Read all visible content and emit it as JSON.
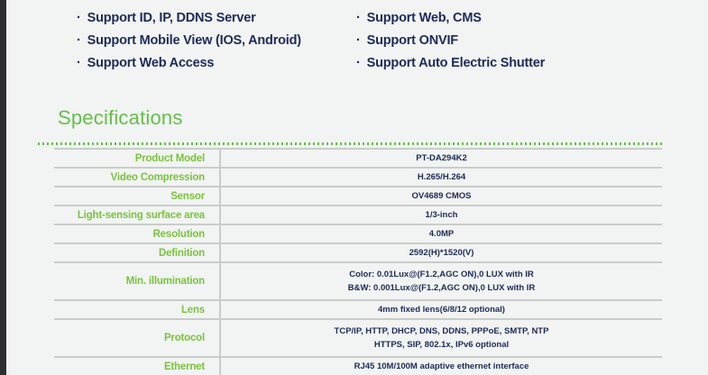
{
  "colors": {
    "background": "#f1f4f2",
    "left_bar": "#2b2f30",
    "heading_green": "#67bd4a",
    "label_green": "#7cc23e",
    "navy_text": "#1e2a58",
    "separator_gray": "#c9cdc9"
  },
  "features": {
    "bullet": "·",
    "left": [
      "Support ID, IP, DDNS Server",
      "Support Mobile View (IOS, Android)",
      "Support Web Access"
    ],
    "right": [
      "Support Web, CMS",
      "Support ONVIF",
      "Support Auto Electric Shutter"
    ]
  },
  "specifications": {
    "title": "Specifications",
    "rows": [
      {
        "label": "Product Model",
        "values": [
          "PT-DA294K2"
        ]
      },
      {
        "label": "Video Compression",
        "values": [
          "H.265/H.264"
        ]
      },
      {
        "label": "Sensor",
        "values": [
          "OV4689 CMOS"
        ]
      },
      {
        "label": "Light-sensing surface area",
        "values": [
          "1/3-inch"
        ]
      },
      {
        "label": "Resolution",
        "values": [
          "4.0MP"
        ]
      },
      {
        "label": "Definition",
        "values": [
          "2592(H)*1520(V)"
        ]
      },
      {
        "label": "Min. illumination",
        "values": [
          "Color: 0.01Lux@(F1.2,AGC ON),0 LUX with IR",
          "B&W: 0.001Lux@(F1.2,AGC ON),0 LUX with IR"
        ]
      },
      {
        "label": "Lens",
        "values": [
          "4mm fixed lens(6/8/12 optional)"
        ]
      },
      {
        "label": "Protocol",
        "values": [
          "TCP/IP, HTTP, DHCP, DNS, DDNS, PPPoE, SMTP, NTP",
          "HTTPS, SIP, 802.1x, IPv6 optional"
        ]
      },
      {
        "label": "Ethernet",
        "values": [
          "RJ45 10M/100M adaptive ethernet interface"
        ]
      }
    ]
  }
}
